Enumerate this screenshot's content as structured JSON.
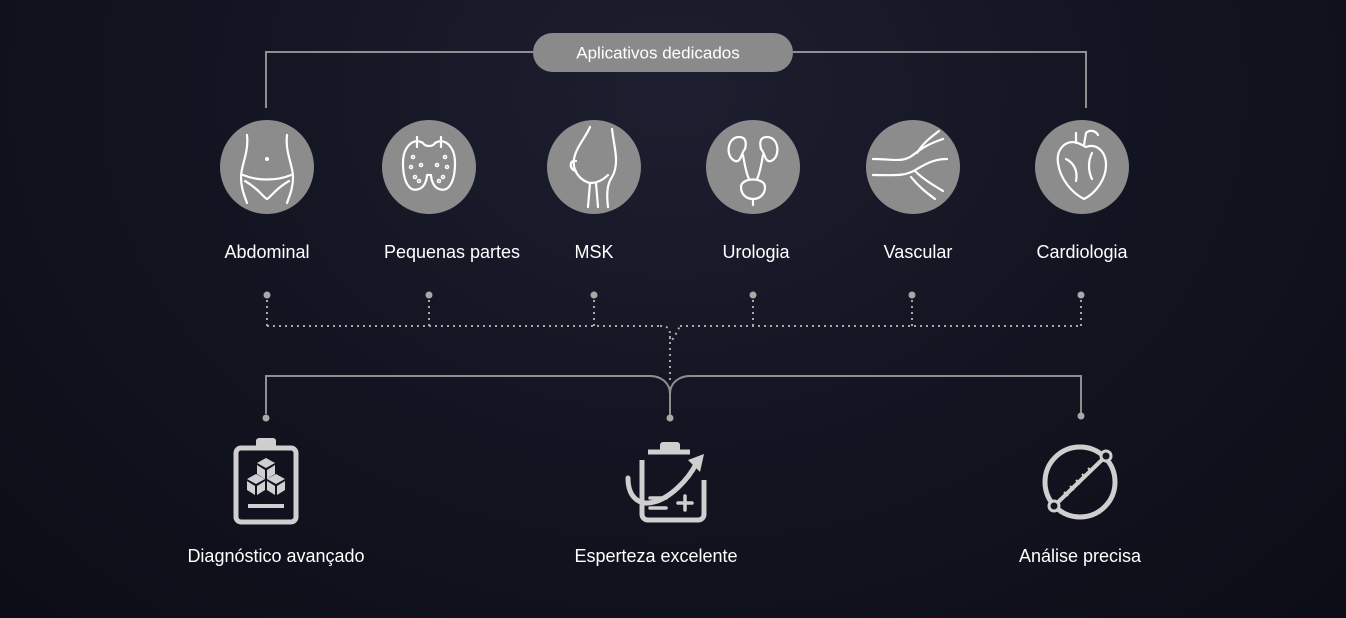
{
  "header": {
    "title": "Aplicativos dedicados"
  },
  "applications": [
    {
      "label": "Abdominal",
      "icon": "abdomen-icon"
    },
    {
      "label": "Pequenas partes",
      "icon": "thyroid-icon"
    },
    {
      "label": "MSK",
      "icon": "knee-joint-icon"
    },
    {
      "label": "Urologia",
      "icon": "kidney-bladder-icon"
    },
    {
      "label": "Vascular",
      "icon": "blood-vessel-icon"
    },
    {
      "label": "Cardiologia",
      "icon": "heart-icon"
    }
  ],
  "benefits": [
    {
      "label": "Diagnóstico avançado",
      "icon": "clipboard-cubes-icon"
    },
    {
      "label": "Esperteza excelente",
      "icon": "clipboard-arrow-icon"
    },
    {
      "label": "Análise precisa",
      "icon": "measurement-ring-icon"
    }
  ],
  "colors": {
    "background": "#131522",
    "circle_fill": "#8c8c8c",
    "pill_fill": "#8a8a8a",
    "line": "#8f8f8f",
    "icon_stroke": "#ffffff",
    "benefit_icon": "#cfcfcf",
    "text": "#ffffff"
  }
}
